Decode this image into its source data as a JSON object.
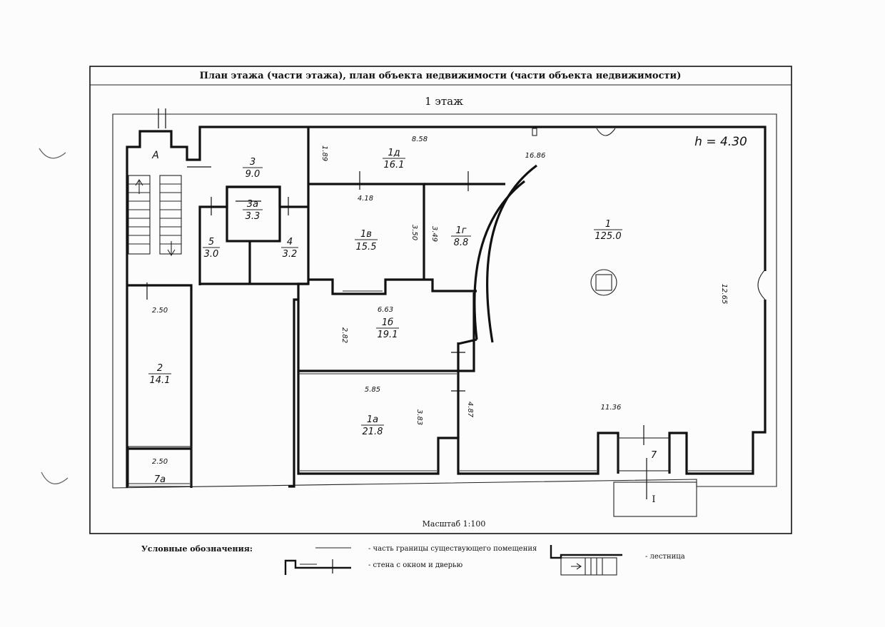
{
  "header": {
    "title": "План этажа (части этажа), план объекта недвижимости (части объекта недвижимости)",
    "floor": "1 этаж",
    "height": "h = 4.30",
    "scale": "Масштаб 1:100"
  },
  "rooms": [
    {
      "id": "1",
      "num": "1",
      "area": "125.0"
    },
    {
      "id": "1a",
      "num": "1а",
      "area": "21.8"
    },
    {
      "id": "1b",
      "num": "1б",
      "area": "19.1"
    },
    {
      "id": "1v",
      "num": "1в",
      "area": "15.5"
    },
    {
      "id": "1g",
      "num": "1г",
      "area": "8.8"
    },
    {
      "id": "1d",
      "num": "1д",
      "area": "16.1"
    },
    {
      "id": "2",
      "num": "2",
      "area": "14.1"
    },
    {
      "id": "3",
      "num": "3",
      "area": "9.0"
    },
    {
      "id": "3a",
      "num": "3а",
      "area": "3.3"
    },
    {
      "id": "4",
      "num": "4",
      "area": "3.2"
    },
    {
      "id": "5",
      "num": "5",
      "area": "3.0"
    },
    {
      "id": "7",
      "num": "7"
    },
    {
      "id": "7a",
      "num": "7а"
    }
  ],
  "dimensions": [
    "8.58",
    "16.86",
    "1.89",
    "4.18",
    "3.50",
    "3.49",
    "6.63",
    "2.82",
    "5.85",
    "3.83",
    "4.87",
    "11.36",
    "12.65",
    "2.50",
    "2.50"
  ],
  "marks": {
    "stair": "A",
    "porch": "I"
  },
  "legend": {
    "title": "Условные обозначения:",
    "boundary": "- часть границы существующего помещения",
    "wall": "- стена с окном и дверью",
    "stairs": "- лестница"
  }
}
